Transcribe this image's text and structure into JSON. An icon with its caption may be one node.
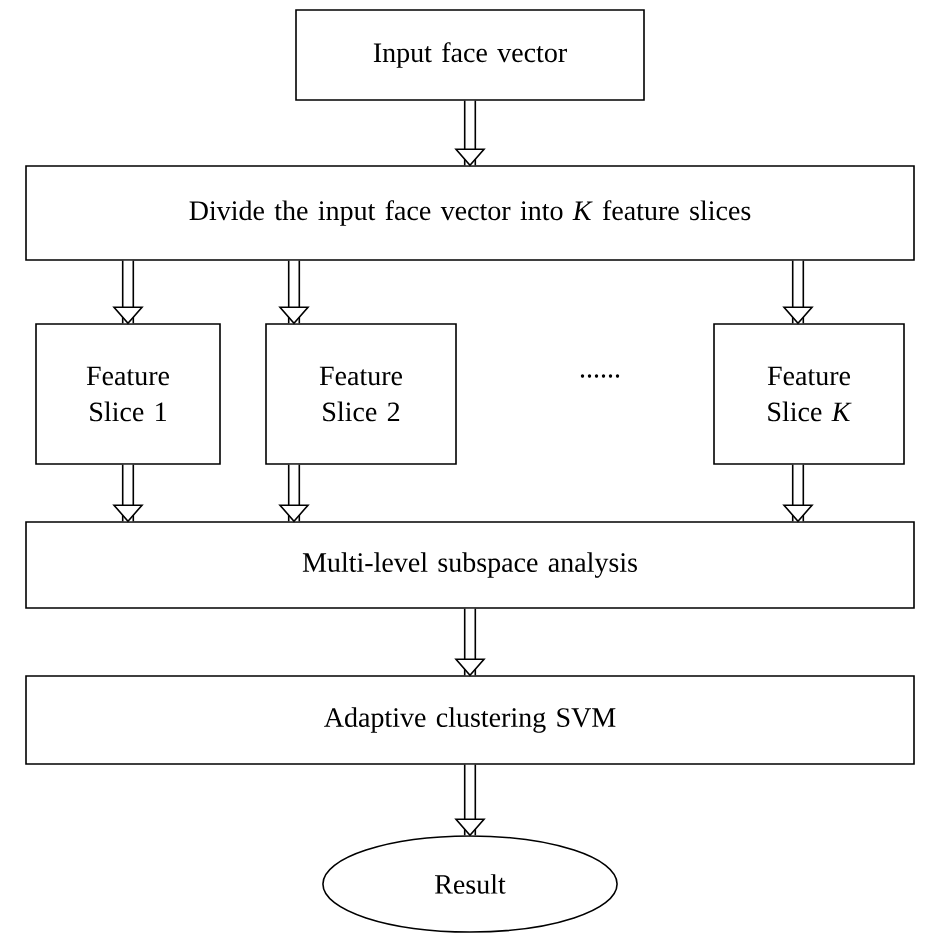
{
  "diagram": {
    "nodes": [
      {
        "text": [
          "Input face vector"
        ]
      },
      {
        "text": [
          "Divide the input face vector into *K* feature slices"
        ]
      },
      {
        "text": [
          "Feature Slice 1"
        ]
      },
      {
        "text": [
          "Feature Slice 2"
        ]
      },
      {
        "text": [
          "Feature Slice *K*"
        ]
      },
      {
        "text": [
          "Multi-level subspace analysis"
        ]
      },
      {
        "text": [
          "Adaptive clustering SVM"
        ]
      },
      {
        "text": [
          "Result"
        ]
      }
    ],
    "edges": [
      {
        "from": 0,
        "to": 1,
        "arrow": "to"
      },
      {
        "from": 1,
        "to": 2,
        "arrow": "to"
      },
      {
        "from": 1,
        "to": 3,
        "arrow": "to"
      },
      {
        "from": 1,
        "to": 4,
        "arrow": "to"
      },
      {
        "from": 2,
        "to": 5,
        "arrow": "to"
      },
      {
        "from": 3,
        "to": 5,
        "arrow": "to"
      },
      {
        "from": 4,
        "to": 5,
        "arrow": "to"
      },
      {
        "from": 5,
        "to": 6,
        "arrow": "to"
      },
      {
        "from": 6,
        "to": 7,
        "arrow": "to"
      }
    ],
    "labels": [
      "......"
    ]
  }
}
